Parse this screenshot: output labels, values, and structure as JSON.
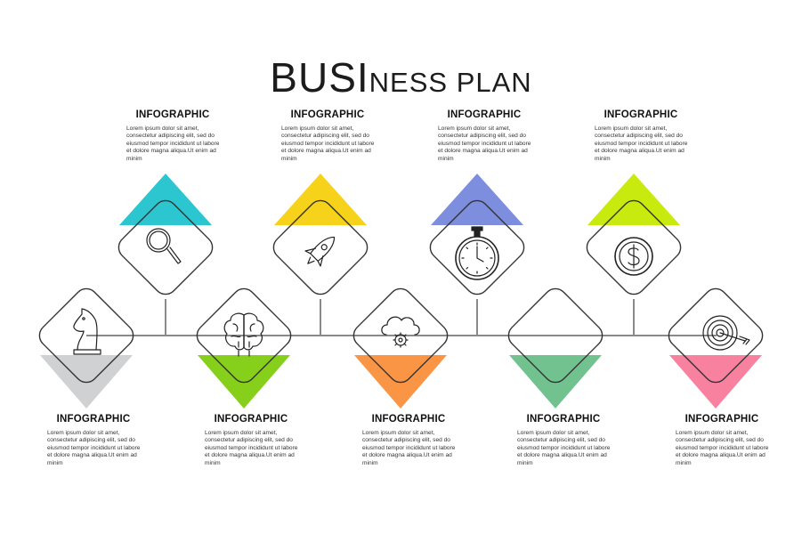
{
  "title": {
    "big": "BUSI",
    "small": "NESS PLAN"
  },
  "steps": [
    {
      "heading": "INFOGRAPHIC",
      "text": "Lorem ipsum dolor sit amet, consectetur adipiscing elit, sed do eiusmod tempor incididunt ut labore et dolore magna aliqua.Ut enim ad minim",
      "icon": "chess-knight-icon",
      "color": "#d0d1d3"
    },
    {
      "heading": "INFOGRAPHIC",
      "text": "Lorem ipsum dolor sit amet, consectetur adipiscing elit, sed do eiusmod tempor incididunt ut labore et dolore magna aliqua.Ut enim ad minim",
      "icon": "magnifier-icon",
      "color": "#2bc6d0"
    },
    {
      "heading": "INFOGRAPHIC",
      "text": "Lorem ipsum dolor sit amet, consectetur adipiscing elit, sed do eiusmod tempor incididunt ut labore et dolore magna aliqua.Ut enim ad minim",
      "icon": "brain-icon",
      "color": "#86cf1a"
    },
    {
      "heading": "INFOGRAPHIC",
      "text": "Lorem ipsum dolor sit amet, consectetur adipiscing elit, sed do eiusmod tempor incididunt ut labore et dolore magna aliqua.Ut enim ad minim",
      "icon": "rocket-icon",
      "color": "#f6d21a"
    },
    {
      "heading": "INFOGRAPHIC",
      "text": "Lorem ipsum dolor sit amet, consectetur adipiscing elit, sed do eiusmod tempor incididunt ut labore et dolore magna aliqua.Ut enim ad minim",
      "icon": "cloud-gear-icon",
      "color": "#f99545"
    },
    {
      "heading": "INFOGRAPHIC",
      "text": "Lorem ipsum dolor sit amet, consectetur adipiscing elit, sed do eiusmod tempor incididunt ut labore et dolore magna aliqua.Ut enim ad minim",
      "icon": "stopwatch-icon",
      "color": "#7d8ede"
    },
    {
      "heading": "INFOGRAPHIC",
      "text": "Lorem ipsum dolor sit amet, consectetur adipiscing elit, sed do eiusmod tempor incididunt ut labore et dolore magna aliqua.Ut enim ad minim",
      "icon": "empty",
      "color": "#72c28f"
    },
    {
      "heading": "INFOGRAPHIC",
      "text": "Lorem ipsum dolor sit amet, consectetur adipiscing elit, sed do eiusmod tempor incididunt ut labore et dolore magna aliqua.Ut enim ad minim",
      "icon": "dollar-coin-icon",
      "color": "#c8ea0e"
    },
    {
      "heading": "INFOGRAPHIC",
      "text": "Lorem ipsum dolor sit amet, consectetur adipiscing elit, sed do eiusmod tempor incididunt ut labore et dolore magna aliqua.Ut enim ad minim",
      "icon": "target-dart-icon",
      "color": "#f7819f"
    }
  ]
}
